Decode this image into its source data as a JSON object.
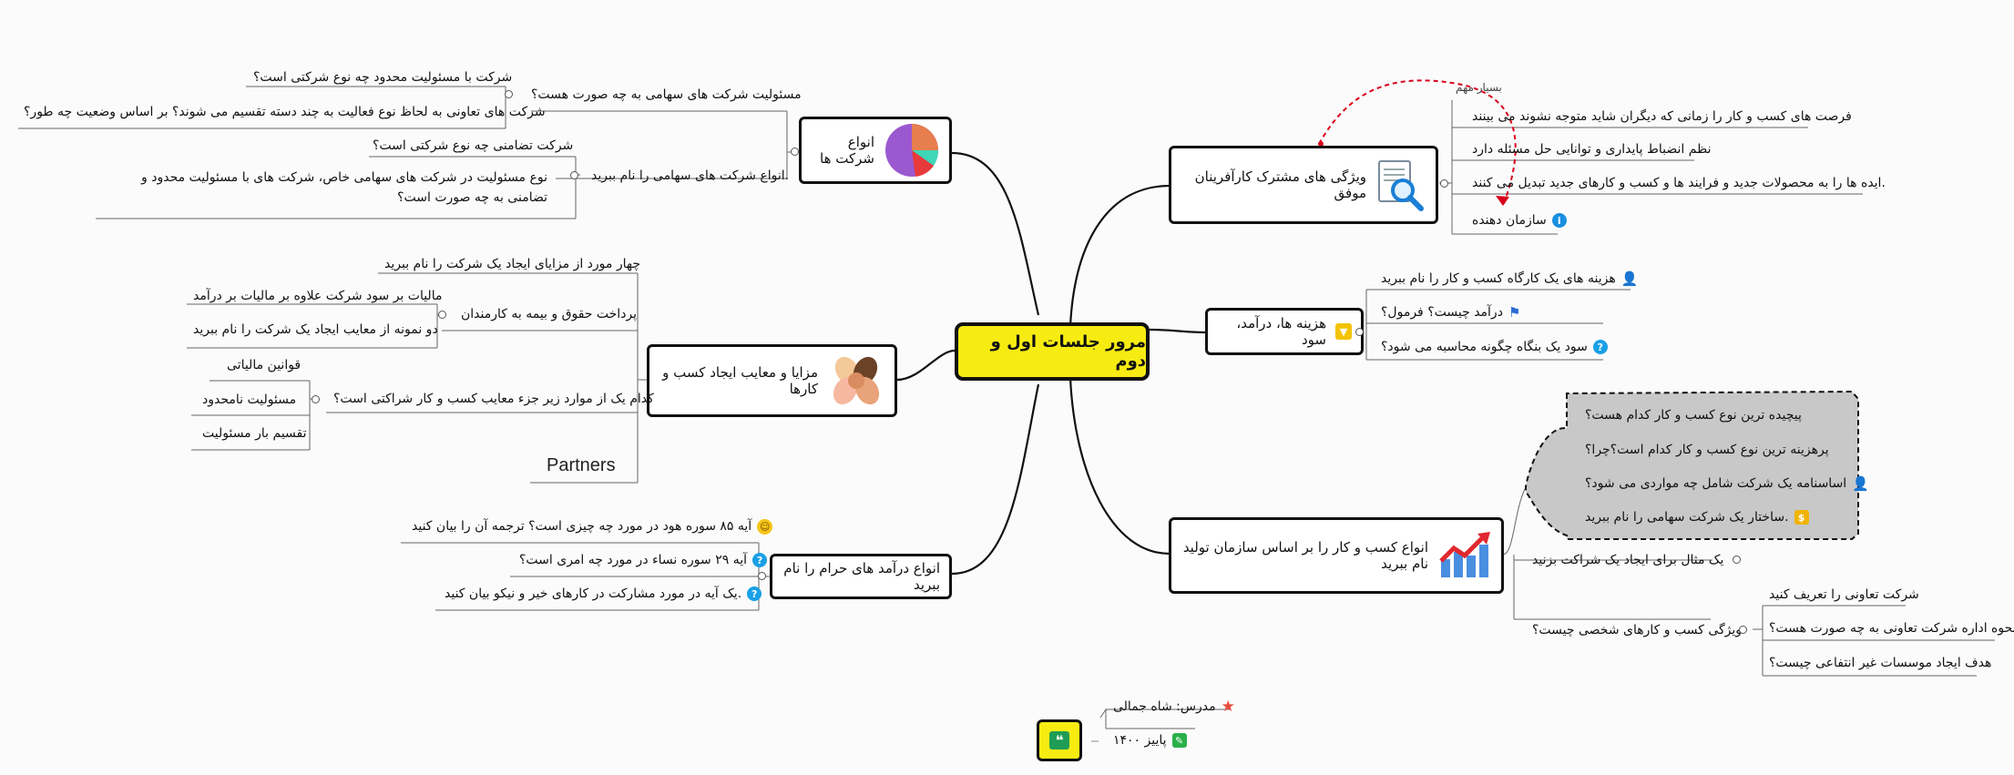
{
  "central": "مرور جلسات اول و دوم",
  "right": {
    "success": {
      "title": "ویژگی های مشترک کارآفرینان موفق",
      "items": [
        "فرصت های کسب و کار را زمانی که دیگران شاید متوجه نشوند می بینند",
        "نظم انضباط پایداری و توانایی حل مسئله دارد",
        ".ایده ها را به محصولات جدید و فرایند ها و کسب و کارهای جدید تبدیل می کنند",
        "سازمان دهنده"
      ],
      "annotation": "بسیار مهم"
    },
    "costs": {
      "title": "هزینه ها، درآمد، سود",
      "items": [
        "هزینه های یک کارگاه کسب و کار را نام ببرید",
        "درآمد چیست؟ فرمول؟",
        "سود یک بنگاه چگونه محاسبه می شود؟"
      ]
    },
    "types": {
      "title": "انواع کسب و کار را بر اساس سازمان تولید نام ببرید",
      "boundary_items": [
        "پیچیده ترین نوع کسب و کار کدام هست؟",
        "پرهزینه ترین نوع کسب و کار کدام است؟چرا؟",
        "اساسنامه یک شرکت شامل چه مواردی می شود؟",
        ".ساختار یک شرکت سهامی را نام ببرید"
      ],
      "example": "یک مثال برای ایجاد یک شراکت بزنید",
      "personal": {
        "title": "ویژگی کسب و کارهای شخصی چیست؟",
        "items": [
          "شرکت تعاونی را تعریف کنید",
          "نحوه اداره شرکت تعاونی به چه صورت هست؟",
          "هدف ایجاد موسسات غیر انتفاعی چیست؟"
        ]
      }
    }
  },
  "left": {
    "companies": {
      "title": "انواع شرکت ها",
      "liability": {
        "title": "مسئولیت شرکت های سهامی به چه صورت هست؟",
        "items": [
          "شرکت با مسئولیت محدود چه نوع شرکتی است؟",
          "شرکت های تعاونی به لحاظ نوع فعالیت به چند دسته تقسیم می شوند؟ بر اساس وضعیت چه طور؟"
        ]
      },
      "joint_stock": {
        "title": ".انواع شرکت های سهامی را نام ببرید",
        "items": [
          "شرکت تضامنی چه نوع شرکتی است؟",
          "نوع مسئولیت در شرکت های سهامی خاص، شرکت های با مسئولیت محدود و تضامنی به چه صورت است؟"
        ]
      }
    },
    "pros_cons": {
      "title": "مزایا و معایب ایجاد کسب و کارها",
      "four_benefits": "چهار مورد از مزایای ایجاد یک شرکت را نام ببرید",
      "payroll": {
        "title": "پرداخت حقوق و بیمه به کارمندان",
        "items": [
          "مالیات بر سود شرکت علاوه بر مالیات بر درآمد",
          "دو نمونه از معایب ایجاد یک شرکت را نام ببرید"
        ]
      },
      "partnership": {
        "title": "کدام یک از موارد زیر جزء معایب کسب و کار شراکتی است؟",
        "items": [
          "قوانین مالیاتی",
          "مسئولیت نامحدود",
          "تقسیم بار مسئولیت"
        ]
      },
      "partners": "Partners"
    },
    "haram": {
      "title": "انواع درآمد های حرام را نام ببرید",
      "items": [
        "آیه ۸۵ سوره هود در مورد چه چیزی است؟ ترجمه آن را بیان کنید",
        "آیه ۲۹ سوره نساء در مورد چه امری است؟",
        ".یک آیه در مورد مشارکت در کارهای خیر و نیکو بیان کنید"
      ]
    }
  },
  "footer": {
    "teacher": "مدرس: شاه جمالی",
    "term": "پاییز ۱۴۰۰"
  },
  "colors": {
    "central_fill": "#f7ec12",
    "boundary_fill": "#c8c8c8",
    "annotation_line": "#d9001b"
  }
}
